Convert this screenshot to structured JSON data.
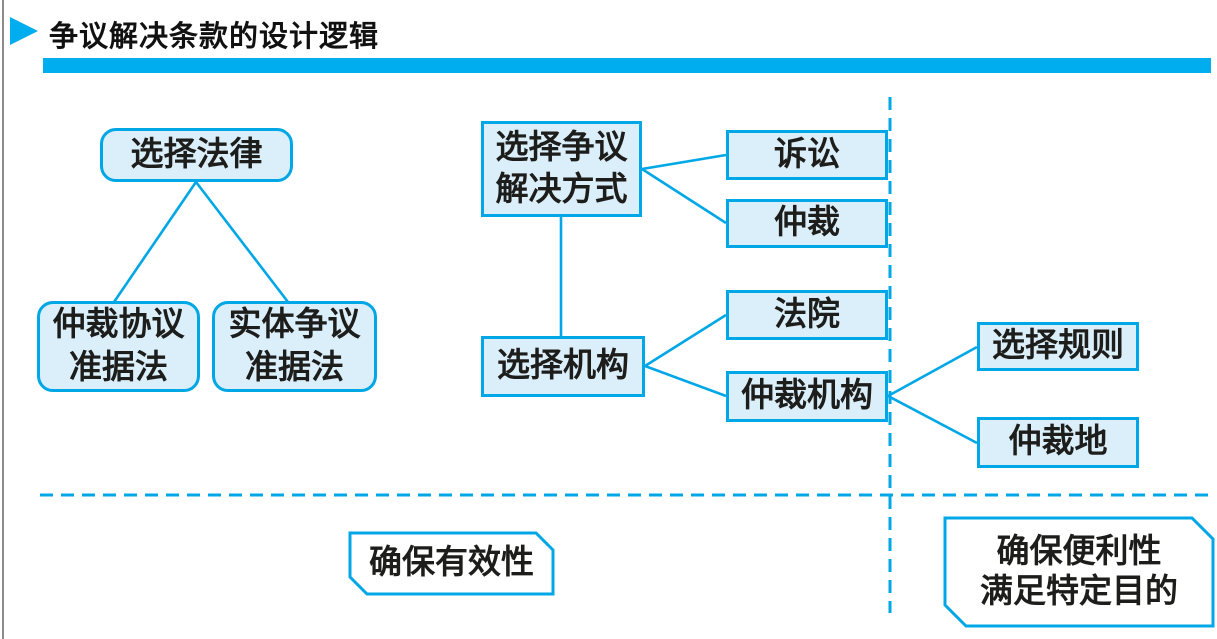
{
  "header": {
    "title": "争议解决条款的设计逻辑",
    "bullet_icon": "triangle-right"
  },
  "colors": {
    "accent_bar": "#00AEEF",
    "box_border": "#00A7E6",
    "box_fill": "#DBEFFA",
    "text": "#1D1D1B"
  },
  "nodes": {
    "choose_law": "选择法律",
    "arbitration_agreement_law": "仲裁协议\n准据法",
    "substantive_dispute_law": "实体争议\n准据法",
    "choose_dispute_method": "选择争议\n解决方式",
    "litigation": "诉讼",
    "arbitration": "仲裁",
    "choose_institution": "选择机构",
    "court": "法院",
    "arbitration_institution": "仲裁机构",
    "choose_rules": "选择规则",
    "arbitration_seat": "仲裁地"
  },
  "zones": {
    "ensure_validity": "确保有效性",
    "ensure_convenience": "确保便利性\n满足特定目的"
  },
  "edges": [
    [
      "choose_law",
      "arbitration_agreement_law"
    ],
    [
      "choose_law",
      "substantive_dispute_law"
    ],
    [
      "choose_dispute_method",
      "litigation"
    ],
    [
      "choose_dispute_method",
      "arbitration"
    ],
    [
      "choose_dispute_method",
      "choose_institution"
    ],
    [
      "choose_institution",
      "court"
    ],
    [
      "choose_institution",
      "arbitration_institution"
    ],
    [
      "arbitration_institution",
      "choose_rules"
    ],
    [
      "arbitration_institution",
      "arbitration_seat"
    ]
  ]
}
